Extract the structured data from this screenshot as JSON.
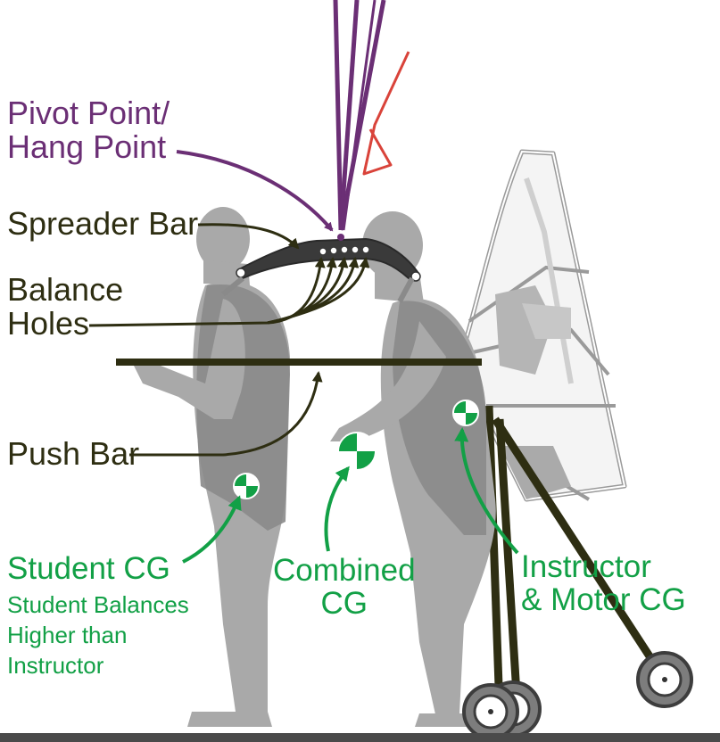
{
  "labels": {
    "pivot_line1": "Pivot Point/",
    "pivot_line2": "Hang Point",
    "spreader": "Spreader Bar",
    "balance_line1": "Balance",
    "balance_line2": "Holes",
    "push_bar": "Push Bar",
    "student_cg": "Student CG",
    "student_note_line1": "Student Balances",
    "student_note_line2": "Higher than",
    "student_note_line3": "Instructor",
    "combined_line1": "Combined",
    "combined_line2": "CG",
    "instructor_line1": "Instructor",
    "instructor_line2": "& Motor CG"
  },
  "colors": {
    "purple": "#6b2f75",
    "dark": "#2e2e12",
    "green": "#12a046",
    "red": "#d9433a",
    "figure": "#a9a9a9",
    "harness": "#8a8a8a"
  }
}
